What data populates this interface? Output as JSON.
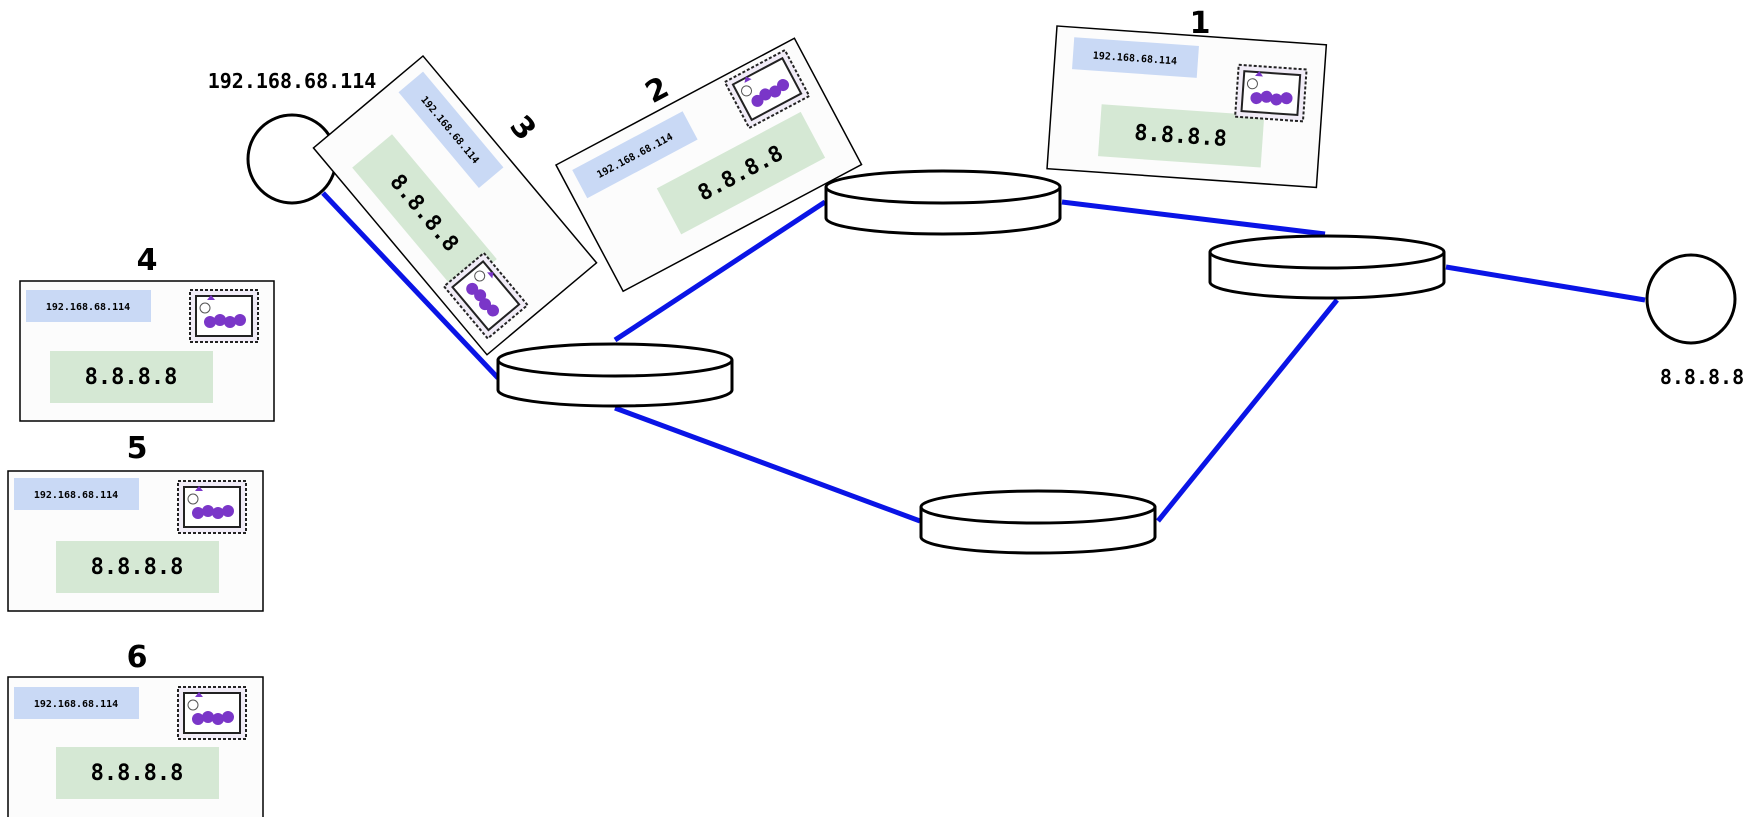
{
  "hosts": {
    "source": {
      "label": "192.168.68.114"
    },
    "destination": {
      "label": "8.8.8.8"
    }
  },
  "envelopes": [
    {
      "number": "1",
      "from": "192.168.68.114",
      "to": "8.8.8.8"
    },
    {
      "number": "2",
      "from": "192.168.68.114",
      "to": "8.8.8.8"
    },
    {
      "number": "3",
      "from": "192.168.68.114",
      "to": "8.8.8.8"
    },
    {
      "number": "4",
      "from": "192.168.68.114",
      "to": "8.8.8.8"
    },
    {
      "number": "5",
      "from": "192.168.68.114",
      "to": "8.8.8.8"
    },
    {
      "number": "6",
      "from": "192.168.68.114",
      "to": "8.8.8.8"
    }
  ],
  "colors": {
    "link": "#0a14e6",
    "from_box": "#c9d9f5",
    "to_box": "#d5e8d4",
    "stamp": "#7a36c8"
  }
}
